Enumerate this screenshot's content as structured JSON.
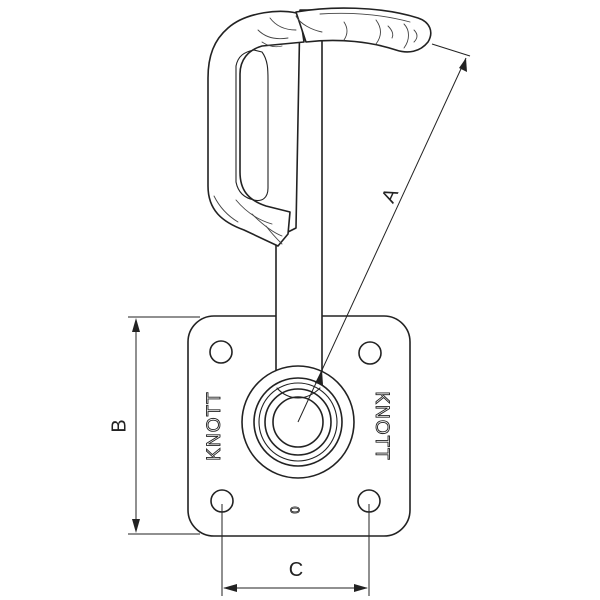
{
  "dimensions": {
    "a_label": "A",
    "b_label": "B",
    "c_label": "C"
  },
  "markings": {
    "brand_left": "KNOTT",
    "brand_right": "KNOTT",
    "plate_mark": "0"
  }
}
